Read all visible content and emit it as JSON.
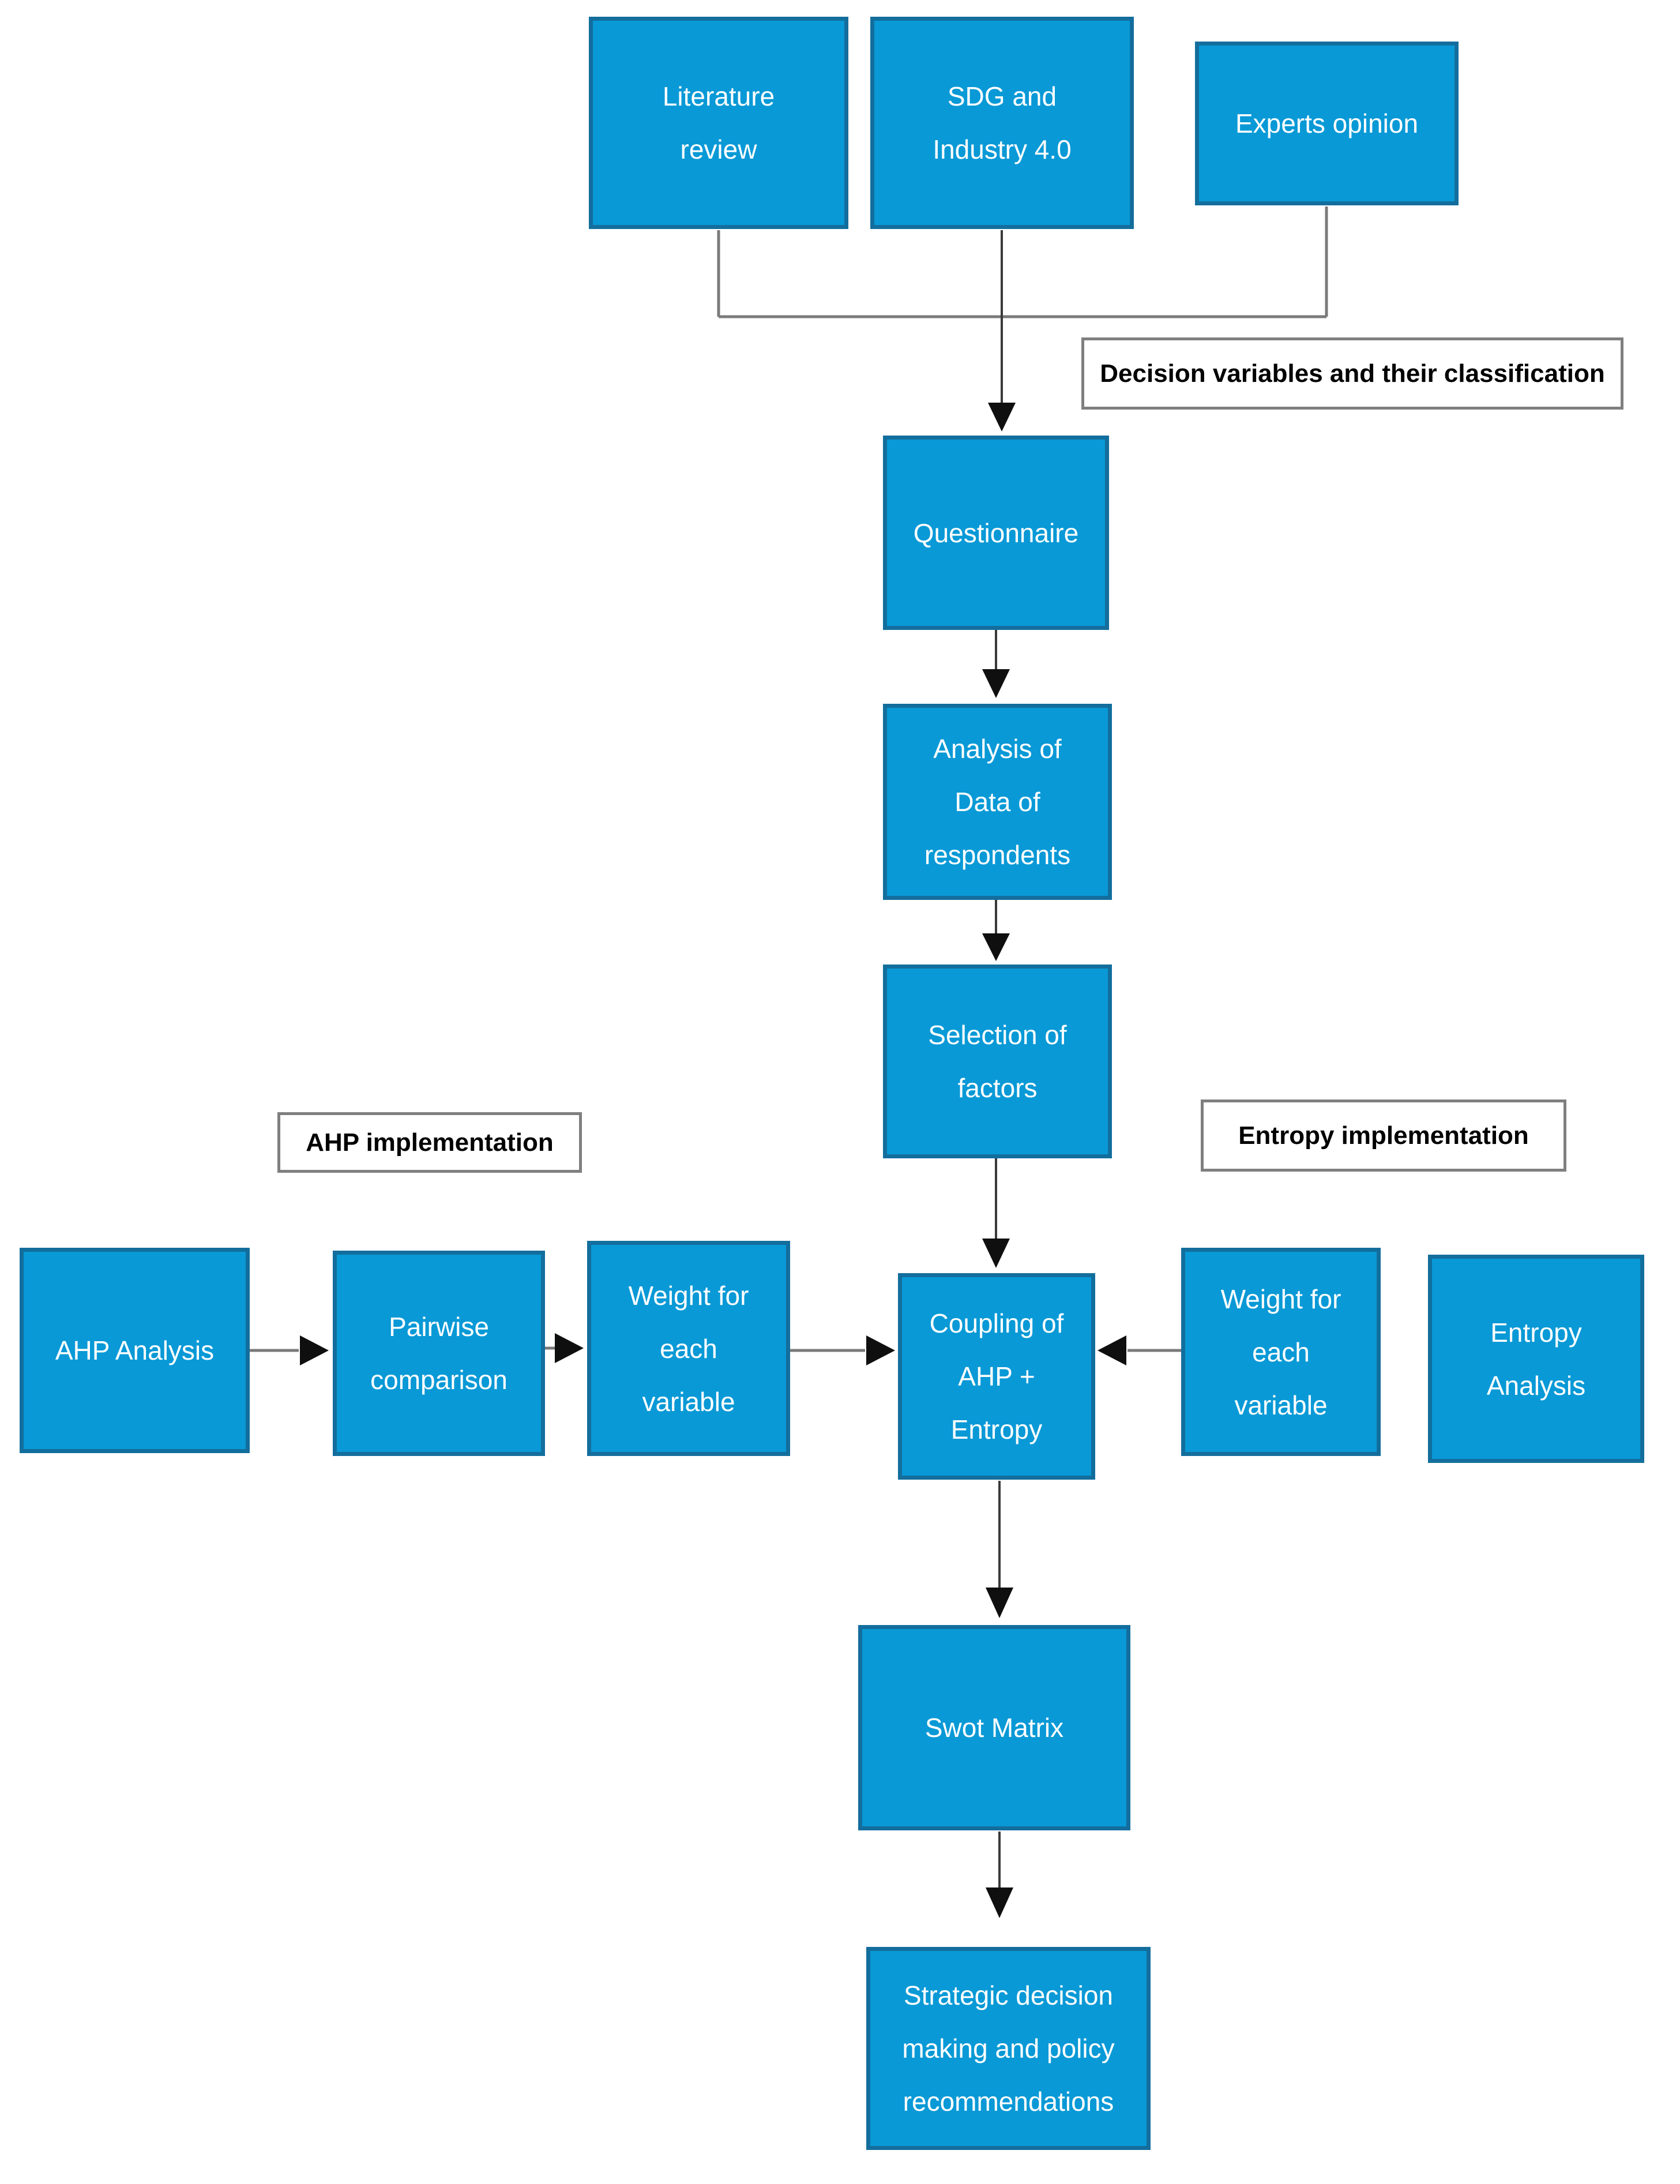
{
  "figure": {
    "type": "flowchart",
    "description": "Research methodology flow diagram"
  },
  "colors": {
    "canvas-bg": "#ffffff",
    "node-fill": "#0999d6",
    "node-border": "#136e9d",
    "node-text": "#ffffff",
    "label-bg": "#ffffff",
    "label-border": "#7f7f7f",
    "label-text": "#000000",
    "arrow-line": "#3a3a3a",
    "arrow-line-soft": "#7a7a7a",
    "arrow-head": "#0f0f0f"
  },
  "nodes": {
    "literature": {
      "label": "Literature review",
      "lines": [
        "Literature",
        "review"
      ]
    },
    "sdg": {
      "label": "SDG and Industry 4.0",
      "lines": [
        "SDG and",
        "Industry 4.0"
      ]
    },
    "experts": {
      "label": "Experts opinion",
      "lines": [
        "Experts opinion"
      ]
    },
    "questionnaire": {
      "label": "Questionnaire",
      "lines": [
        "Questionnaire"
      ]
    },
    "analysis": {
      "label": "Analysis of Data of respondents",
      "lines": [
        "Analysis of",
        "Data of",
        "respondents"
      ]
    },
    "selection": {
      "label": "Selection of factors",
      "lines": [
        "Selection of",
        "factors"
      ]
    },
    "ahp_analysis": {
      "label": "AHP Analysis",
      "lines": [
        "AHP Analysis"
      ]
    },
    "pairwise": {
      "label": "Pairwise comparison",
      "lines": [
        "Pairwise",
        "comparison"
      ]
    },
    "weight_left": {
      "label": "Weight for each variable",
      "lines": [
        "Weight for",
        "each",
        "variable"
      ]
    },
    "coupling": {
      "label": "Coupling of AHP + Entropy",
      "lines": [
        "Coupling of",
        "AHP +",
        "Entropy"
      ]
    },
    "weight_right": {
      "label": "Weight for each variable",
      "lines": [
        "Weight for",
        "each",
        "variable"
      ]
    },
    "entropy_analysis": {
      "label": "Entropy Analysis",
      "lines": [
        "Entropy",
        "Analysis"
      ]
    },
    "swot": {
      "label": "Swot Matrix",
      "lines": [
        "Swot Matrix"
      ]
    },
    "strategic": {
      "label": "Strategic decision making and policy recommendations",
      "lines": [
        "Strategic decision",
        "making and policy",
        "recommendations"
      ]
    }
  },
  "labels": {
    "decision": {
      "label": "Decision variables and their classification"
    },
    "ahp": {
      "label": "AHP implementation"
    },
    "entropy": {
      "label": "Entropy implementation"
    }
  },
  "connections": [
    {
      "from": "literature",
      "to": "questionnaire",
      "style": "merge-line"
    },
    {
      "from": "experts",
      "to": "questionnaire",
      "style": "merge-line"
    },
    {
      "from": "sdg",
      "to": "questionnaire",
      "style": "arrow-down"
    },
    {
      "from": "questionnaire",
      "to": "analysis",
      "style": "arrow-down"
    },
    {
      "from": "analysis",
      "to": "selection",
      "style": "arrow-down"
    },
    {
      "from": "selection",
      "to": "coupling",
      "style": "arrow-down"
    },
    {
      "from": "ahp_analysis",
      "to": "pairwise",
      "style": "arrow-right"
    },
    {
      "from": "pairwise",
      "to": "weight_left",
      "style": "arrow-right"
    },
    {
      "from": "weight_left",
      "to": "coupling",
      "style": "arrow-right"
    },
    {
      "from": "weight_right",
      "to": "coupling",
      "style": "arrow-left"
    },
    {
      "from": "coupling",
      "to": "swot",
      "style": "arrow-down"
    },
    {
      "from": "swot",
      "to": "strategic",
      "style": "arrow-down"
    }
  ]
}
